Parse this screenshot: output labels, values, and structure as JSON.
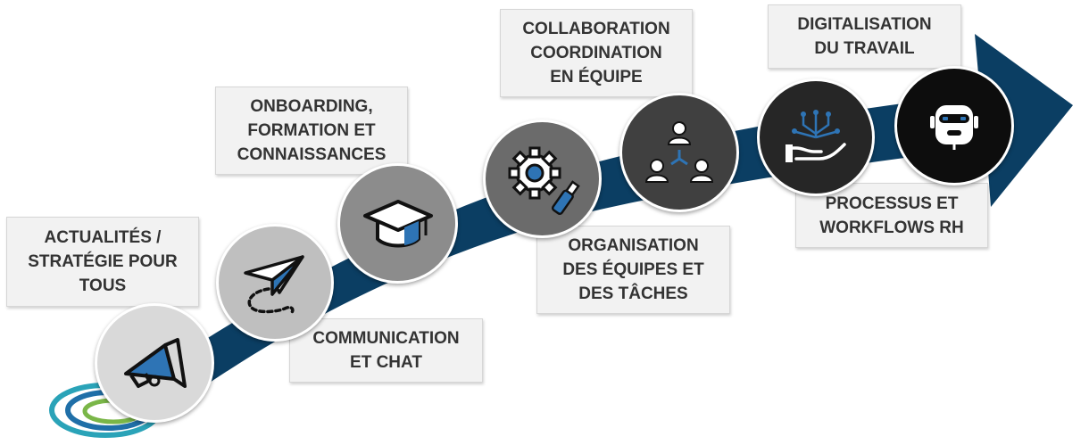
{
  "colors": {
    "arrow": "#0b3e63",
    "step1": "#d9d9d9",
    "step2": "#bfbfbf",
    "step3": "#8c8c8c",
    "step4": "#6b6b6b",
    "step5": "#404040",
    "step6": "#262626",
    "step7": "#0d0d0d",
    "icon_accent": "#2e74b5",
    "logo_green": "#7ab648",
    "logo_blue": "#1f6fa8",
    "logo_teal": "#2aa3b8"
  },
  "steps": [
    {
      "icon": "megaphone-icon",
      "lines": [
        "ACTUALITÉS /",
        "STRATÉGIE POUR",
        "TOUS"
      ]
    },
    {
      "icon": "paper-plane-icon",
      "lines": [
        "COMMUNICATION",
        "ET CHAT"
      ]
    },
    {
      "icon": "graduation-cap-icon",
      "lines": [
        "ONBOARDING,",
        "FORMATION ET",
        "CONNAISSANCES"
      ]
    },
    {
      "icon": "gear-tool-icon",
      "lines": [
        "ORGANISATION",
        "DES ÉQUIPES ET",
        "DES TÂCHES"
      ]
    },
    {
      "icon": "team-network-icon",
      "lines": [
        "COLLABORATION",
        "COORDINATION",
        "EN ÉQUIPE"
      ]
    },
    {
      "icon": "hand-circuit-icon",
      "lines": [
        "PROCESSUS ET",
        "WORKFLOWS RH"
      ]
    },
    {
      "icon": "robot-icon",
      "lines": [
        "DIGITALISATION",
        "DU TRAVAIL"
      ]
    }
  ]
}
